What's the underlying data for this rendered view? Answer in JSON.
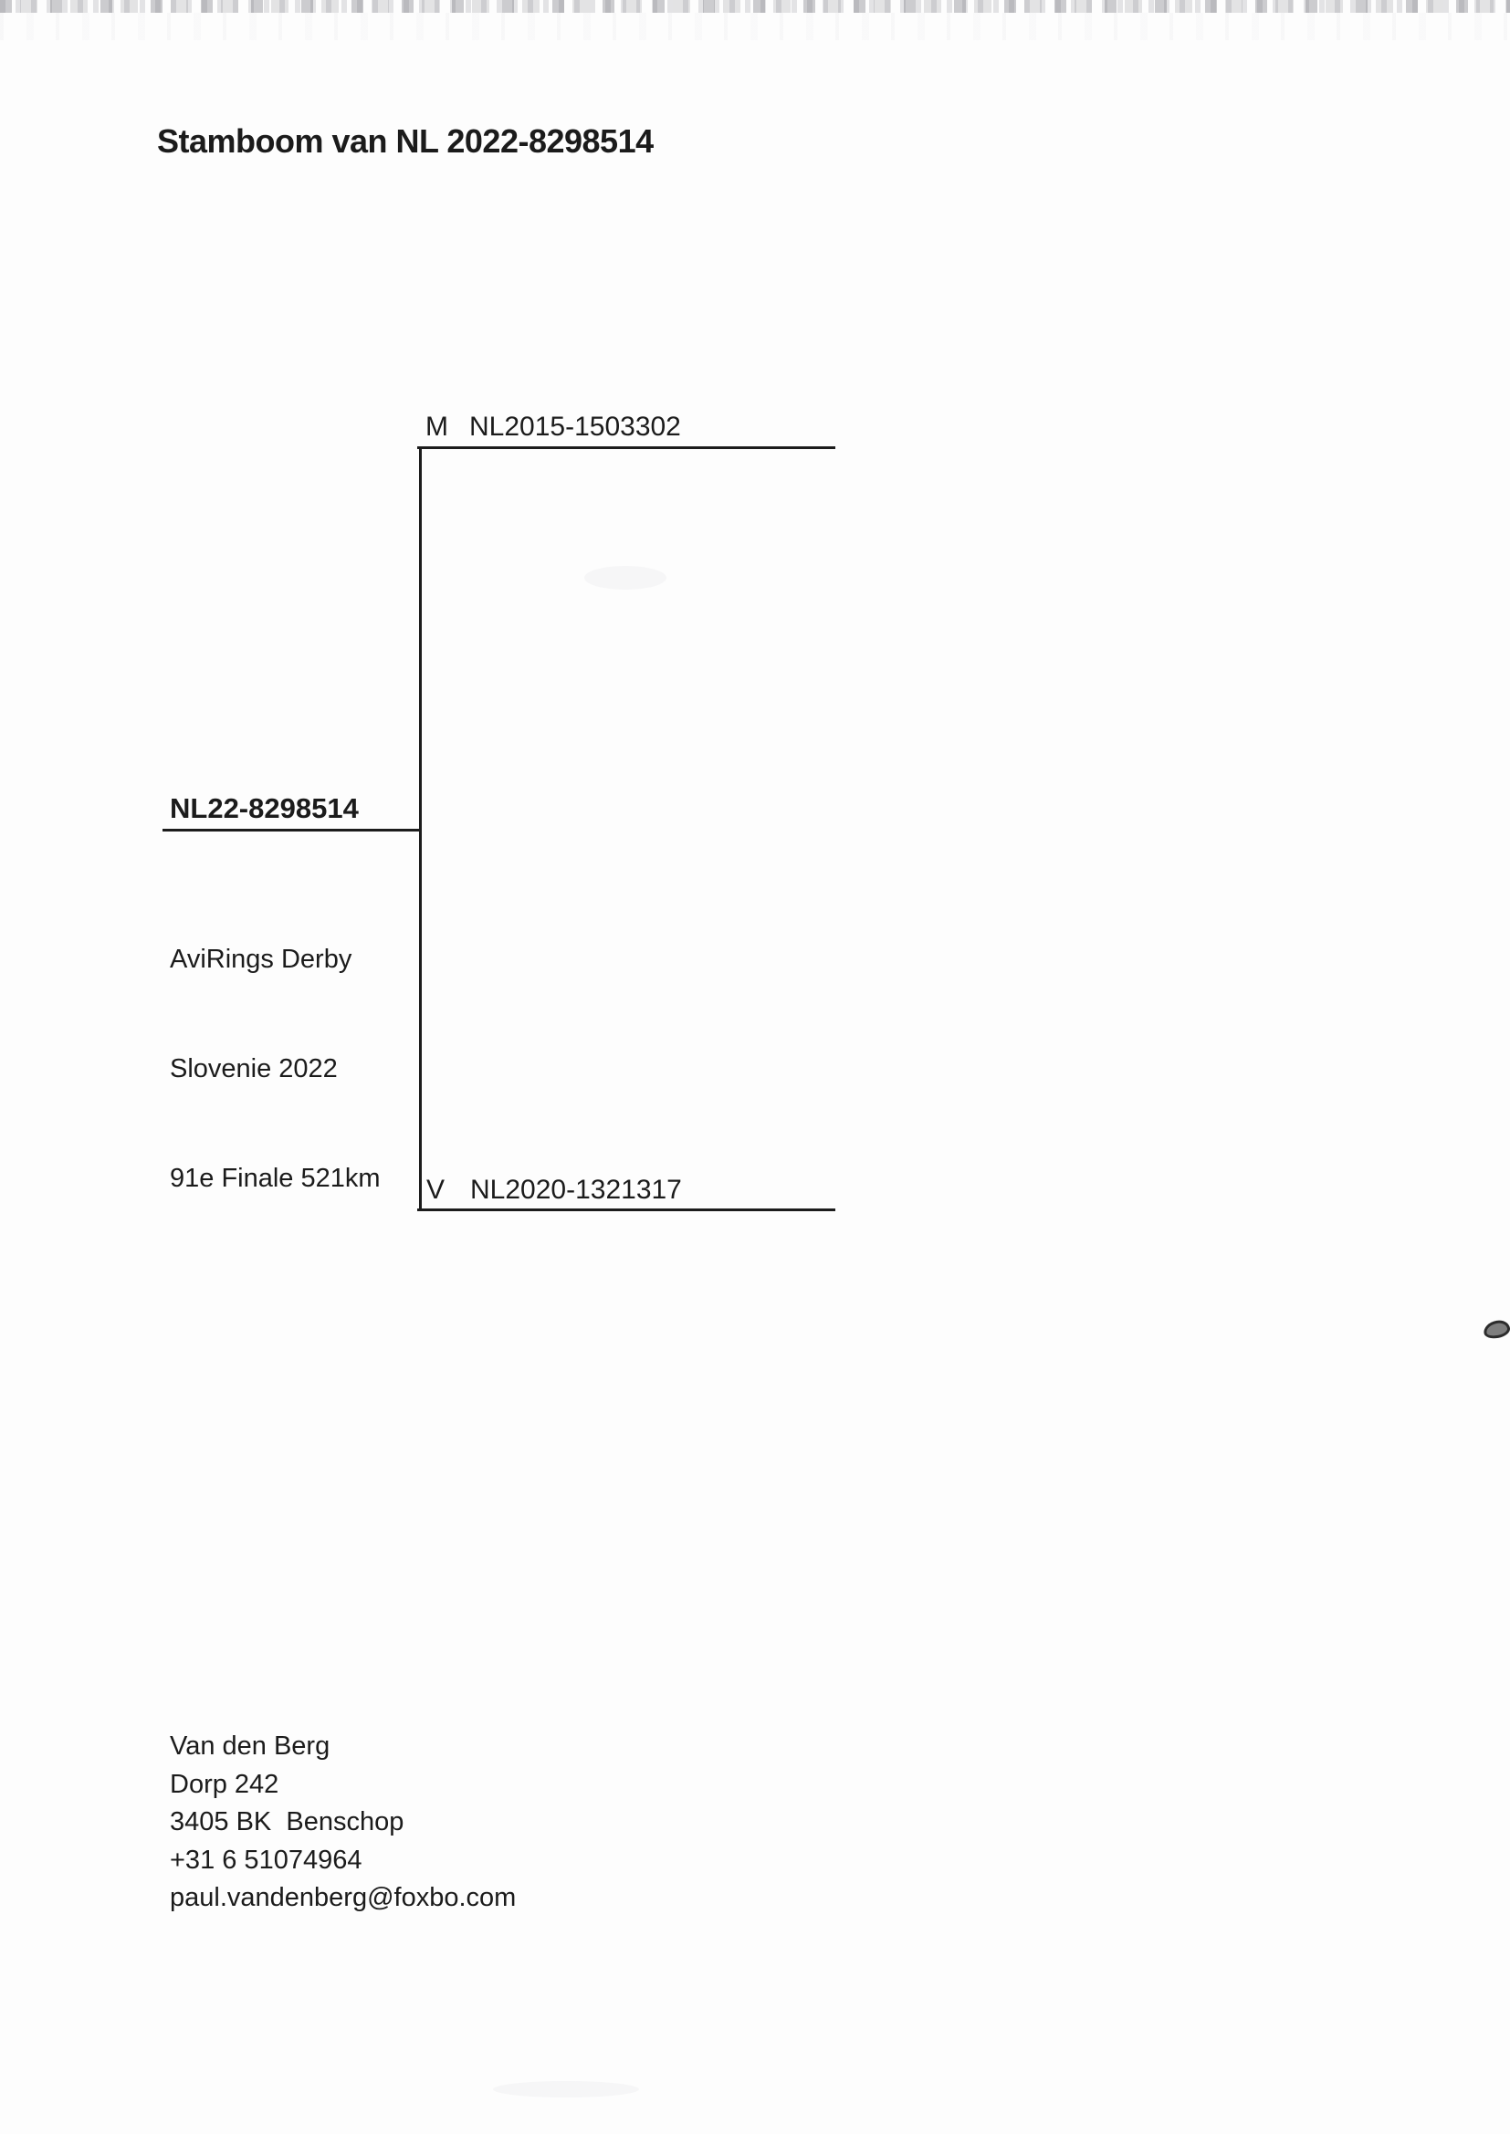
{
  "page": {
    "title": "Stamboom van NL 2022-8298514"
  },
  "pedigree": {
    "subject": {
      "ring": "NL22-8298514",
      "performance": [
        "AviRings Derby",
        "Slovenie 2022",
        "91e Finale 521km"
      ]
    },
    "parents": [
      {
        "sex_code": "M",
        "ring": "NL2015-1503302"
      },
      {
        "sex_code": "V",
        "ring": "NL2020-1321317"
      }
    ]
  },
  "contact": {
    "name": "Van den Berg",
    "street": "Dorp 242",
    "city": "3405 BK  Benschop",
    "phone": "+31 6 51074964",
    "email": "paul.vandenberg@foxbo.com"
  },
  "colors": {
    "paper": "#fdfdfd",
    "ink": "#1b1b1b"
  }
}
